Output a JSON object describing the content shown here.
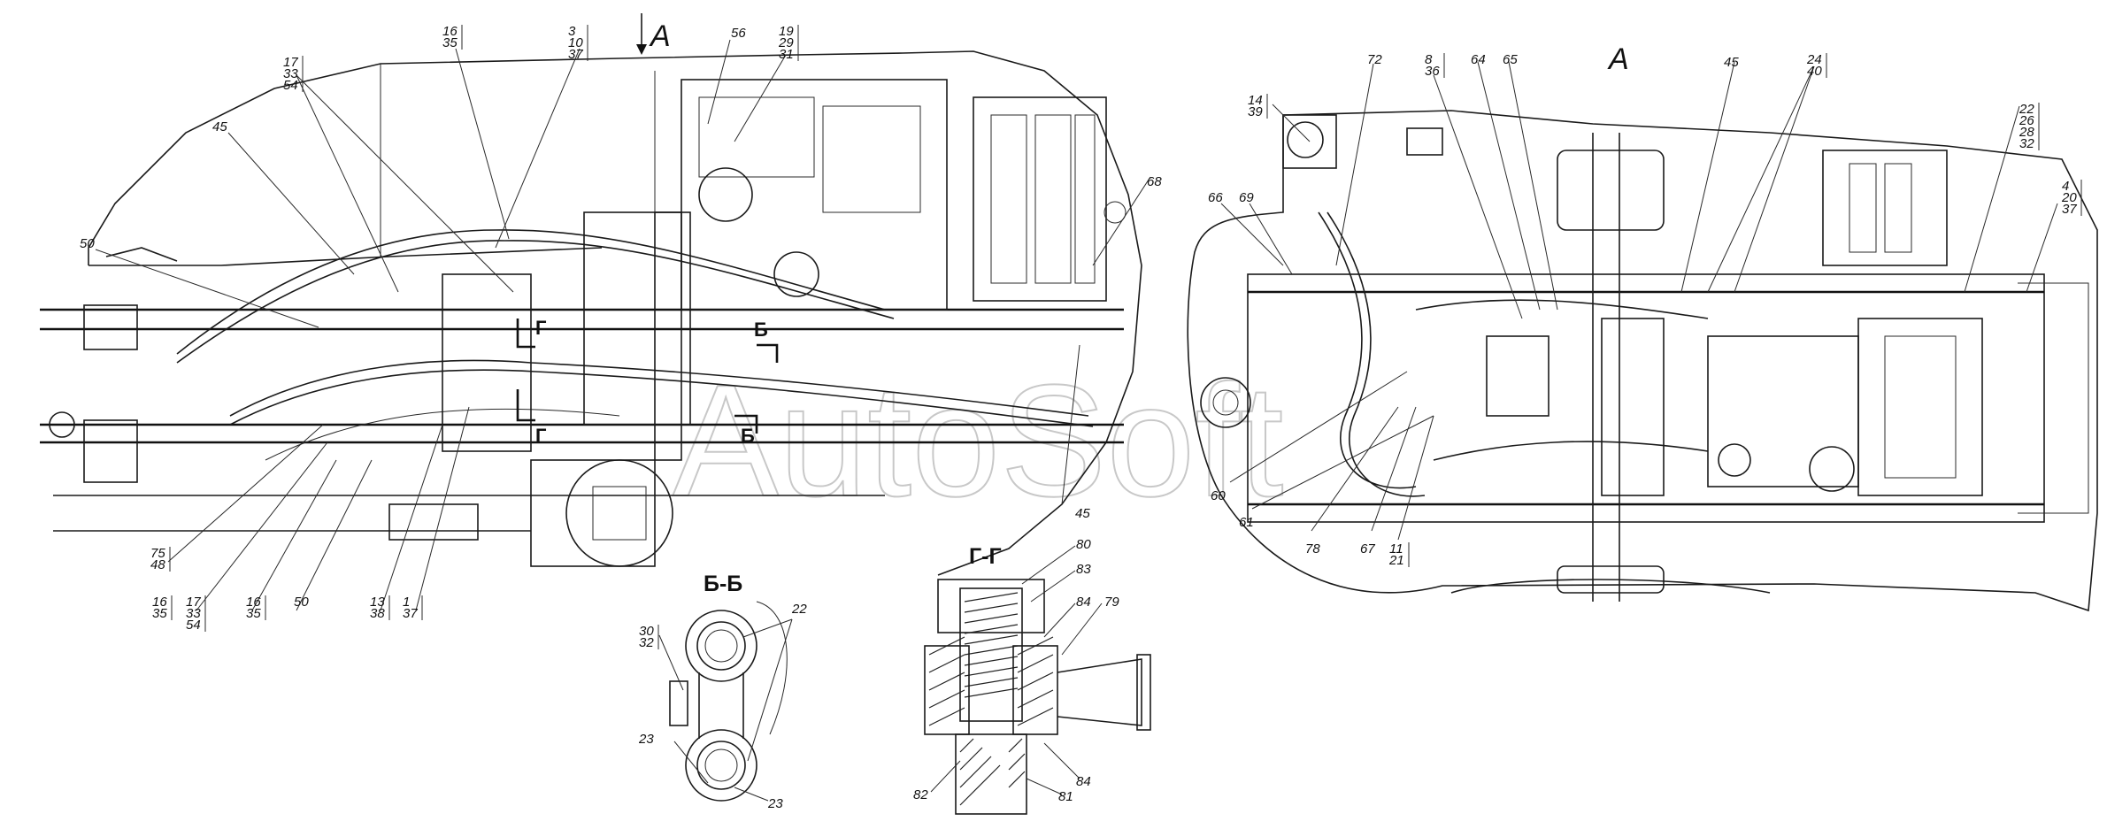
{
  "watermark": "AutoSoft",
  "view_labels": {
    "arrow_a": "A",
    "view_a": "A"
  },
  "section_marks": {
    "b": "Б",
    "g": "Г"
  },
  "section_titles": {
    "bb": "Б-Б",
    "gg": "Г-Г"
  },
  "left_callouts": {
    "c16_35_top": "16\n35",
    "c3_10_37": "3\n10\n37",
    "c17_33_54_top": "17\n33\n54",
    "c45": "45",
    "c50_top": "50",
    "c56": "56",
    "c19_29_31": "19\n29\n31",
    "c68": "68",
    "c75_48": "75\n48",
    "c16_35_b1": "16\n35",
    "c17_33_54_b": "17\n33\n54",
    "c16_35_b2": "16\n35",
    "c50_b": "50",
    "c13_38": "13\n38",
    "c1_37": "1\n37",
    "c45_b": "45"
  },
  "right_callouts": {
    "c14_39": "14\n39",
    "c72": "72",
    "c8_36": "8\n36",
    "c64": "64",
    "c65": "65",
    "c45": "45",
    "c24_40": "24\n40",
    "c22_26_28_32": "22\n26\n28\n32",
    "c4_20_37": "4\n20\n37",
    "c66": "66",
    "c69": "69",
    "c60": "60",
    "c61": "61",
    "c78": "78",
    "c67": "67",
    "c11_21": "11\n21"
  },
  "section_bb_callouts": {
    "c30_32": "30\n32",
    "c22": "22",
    "c23_a": "23",
    "c23_b": "23"
  },
  "section_gg_callouts": {
    "c80": "80",
    "c83": "83",
    "c84_a": "84",
    "c79": "79",
    "c82": "82",
    "c81": "81",
    "c84_b": "84"
  }
}
